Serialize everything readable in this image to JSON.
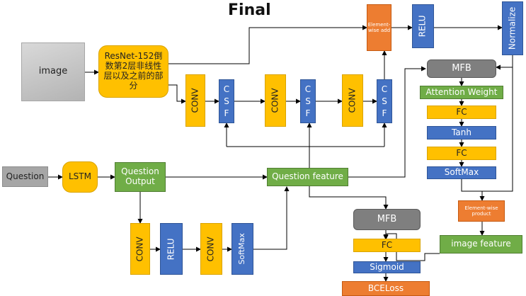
{
  "title": "Final",
  "nodes": {
    "image": "image",
    "resnet": "ResNet-152倒数第2层非线性层以及之前的部分",
    "question": "Question",
    "lstm": "LSTM",
    "question_output": "Question Output",
    "question_feature": "Question feature",
    "conv": "CONV",
    "csf": [
      "C",
      "S",
      "F"
    ],
    "relu": "RELU",
    "softmax_v": "SoftMax",
    "elementwise_add": "Element-wise add",
    "elementwise_product": "Element-wise product",
    "normalize": "Normalize",
    "mfb": "MFB",
    "attention_weight": "Attention Weight",
    "fc": "FC",
    "tanh": "Tanh",
    "softmax": "SoftMax",
    "image_feature": "image feature",
    "sigmoid": "Sigmoid",
    "bceloss": "BCELoss"
  },
  "colors": {
    "orange": "#ffc000",
    "blue": "#4472c4",
    "green": "#70ad47",
    "red": "#ed7d31",
    "gray": "#bfbfbf",
    "line": "#000000"
  }
}
